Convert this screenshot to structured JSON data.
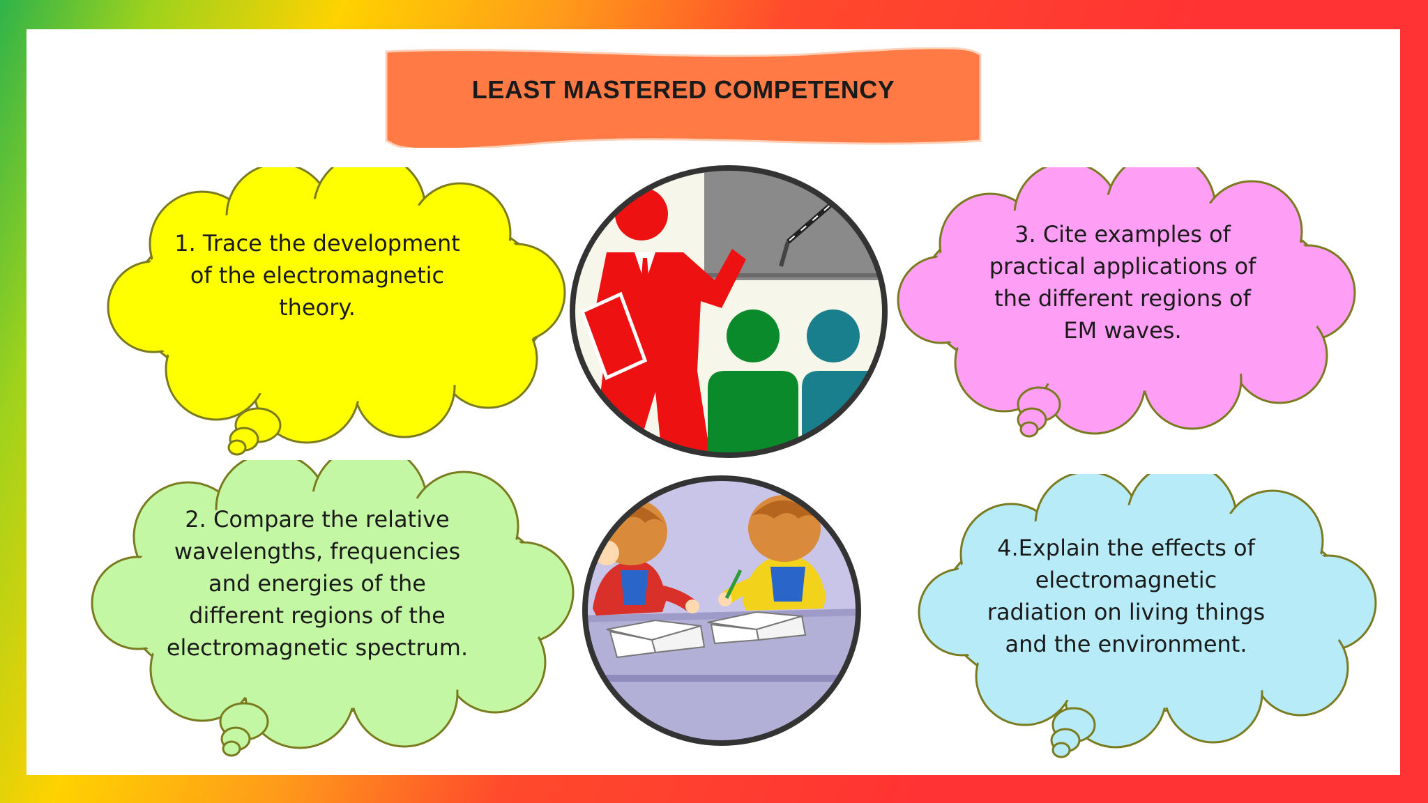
{
  "title": "LEAST MASTERED COMPETENCY",
  "competencies": [
    {
      "lines": [
        "1. Trace the development",
        "of the electromagnetic",
        "theory."
      ],
      "color": "#ffff00"
    },
    {
      "lines": [
        "2. Compare the relative",
        "wavelengths, frequencies",
        "and energies of the",
        "different regions of the",
        "electromagnetic spectrum."
      ],
      "color": "#c4f7a4"
    },
    {
      "lines": [
        "3. Cite examples of",
        "practical applications of",
        "the different regions of",
        "EM waves."
      ],
      "color": "#ff9ef5"
    },
    {
      "lines": [
        "4.Explain the effects  of",
        "electromagnetic",
        "radiation on living things",
        "and the environment."
      ],
      "color": "#b7ebf7"
    }
  ],
  "colors": {
    "banner": "#ff7a45",
    "cloud_stroke": "#7a7a1e",
    "teacher": "#ee1111",
    "student_left": "#0a8a2a",
    "student_right": "#1a7f8c",
    "board": "#8a8a8a"
  },
  "icons": {
    "teacher_illustration": "teacher-pointing-at-board-icon",
    "students_illustration": "students-studying-icon"
  }
}
